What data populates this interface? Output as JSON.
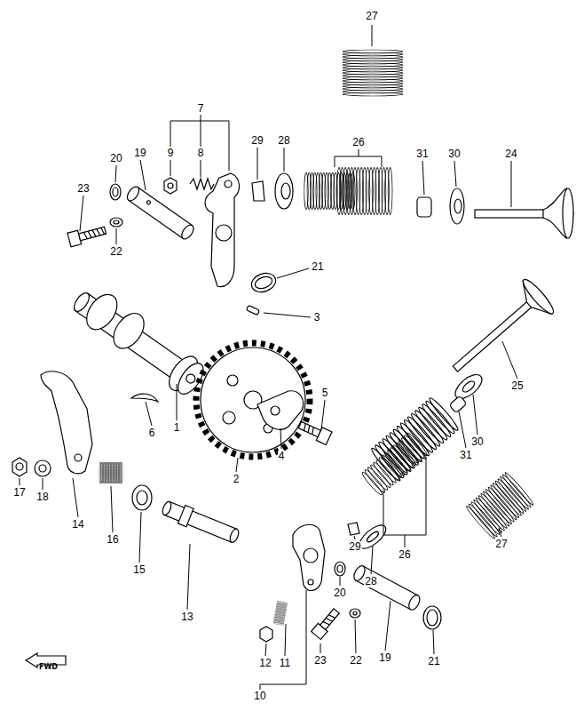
{
  "diagram": {
    "nodes": [
      {
        "text": [
          "FWD"
        ]
      }
    ],
    "edges": [],
    "labels": [
      "27",
      "7",
      "29",
      "28",
      "26",
      "31",
      "30",
      "24",
      "20",
      "19",
      "9",
      "8",
      "23",
      "22",
      "21",
      "3",
      "25",
      "5",
      "1",
      "6",
      "30",
      "31",
      "4",
      "2",
      "17",
      "18",
      "14",
      "16",
      "27",
      "29",
      "26",
      "15",
      "28",
      "20",
      "13",
      "19",
      "21",
      "22",
      "23",
      "11",
      "12",
      "10"
    ]
  }
}
